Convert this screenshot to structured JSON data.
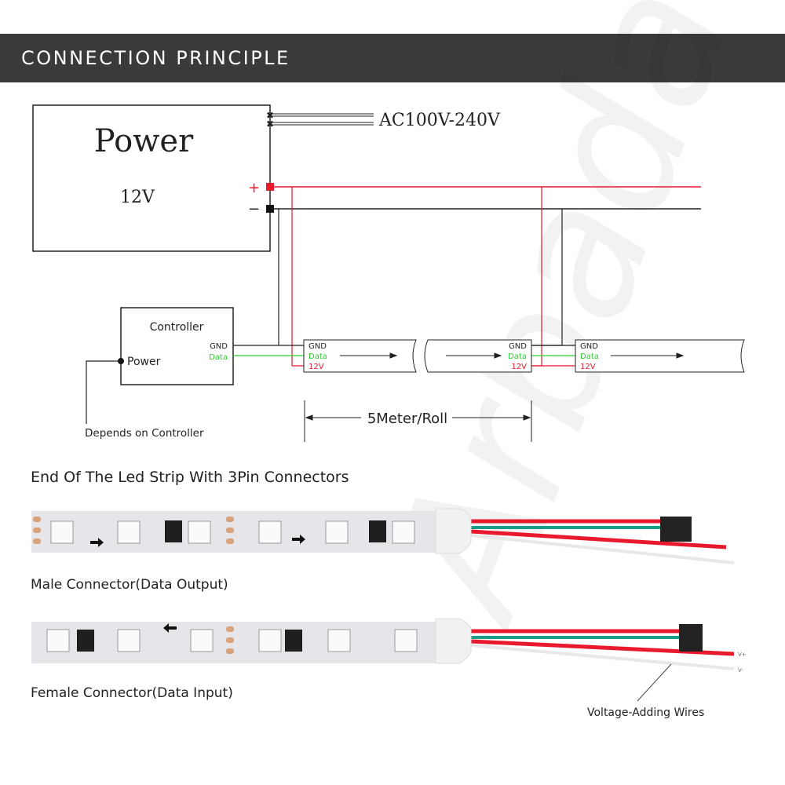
{
  "header": {
    "title": "CONNECTION PRINCIPLE"
  },
  "power": {
    "title": "Power",
    "voltage": "12V",
    "plus": "+",
    "minus": "−",
    "ac_label": "AC100V-240V"
  },
  "controller": {
    "title": "Controller",
    "gnd": "GND",
    "data": "Data",
    "power": "Power",
    "power_note": "Depends on Controller"
  },
  "strip_pins": {
    "gnd": "GND",
    "data": "Data",
    "v12": "12V"
  },
  "dimension": {
    "label": "5Meter/Roll"
  },
  "section": {
    "title": "End Of The Led Strip With 3Pin Connectors"
  },
  "male": {
    "label": "Male Connector(Data Output)"
  },
  "female": {
    "label": "Female Connector(Data Input)",
    "vplus": "V+",
    "vminus": "V-"
  },
  "wires_note": "Voltage-Adding Wires",
  "watermark": "Arbada",
  "colors": {
    "red": "#e8192c",
    "green": "#2bd12b",
    "teal": "#1a9e8a",
    "header": "#3a3a3a"
  }
}
